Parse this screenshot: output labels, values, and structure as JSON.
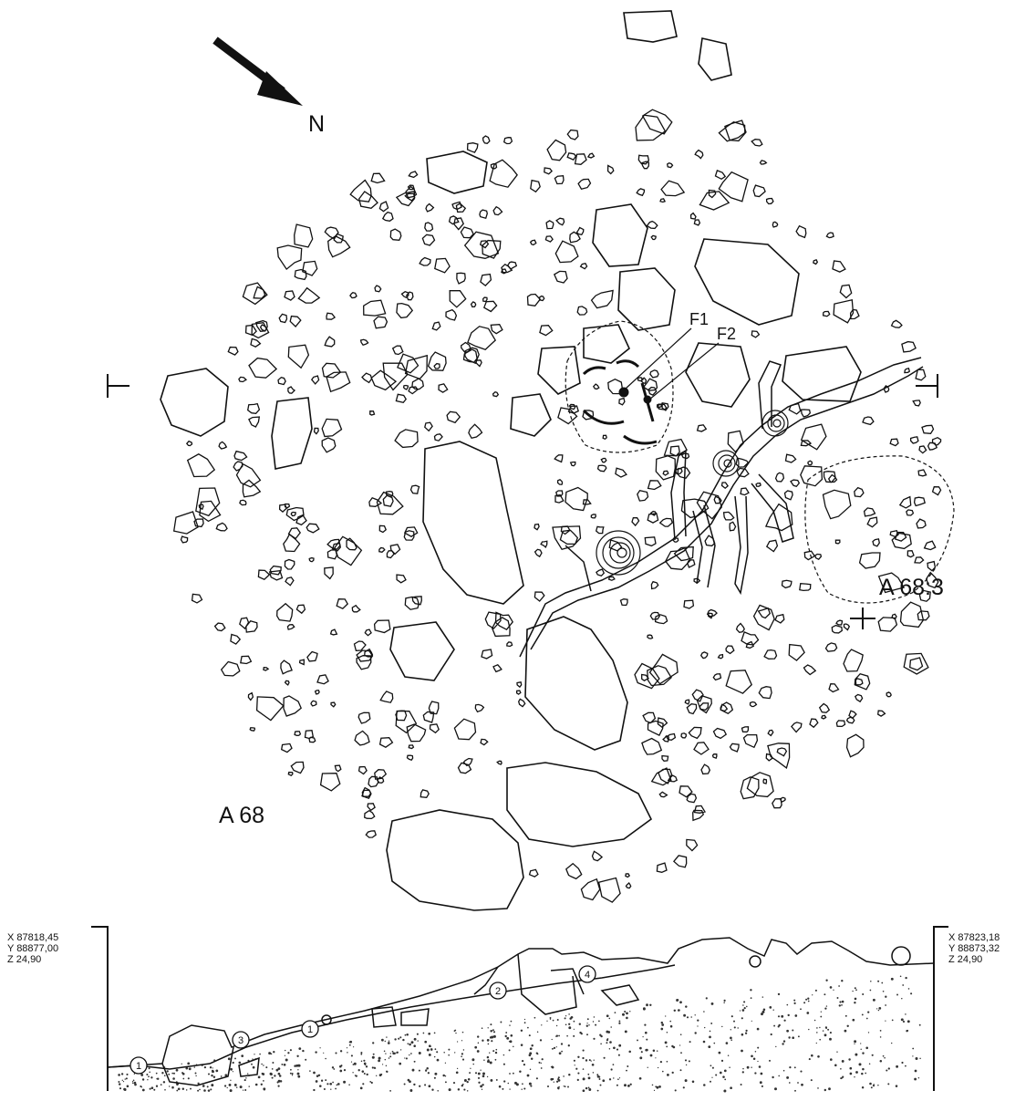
{
  "plan": {
    "north_label": "N",
    "feature_label": "A 68",
    "subfeature_label": "A 68:3",
    "find_labels": [
      "F1",
      "F2"
    ]
  },
  "section": {
    "left_coords": [
      "X 87818,45",
      "Y 88877,00",
      "Z 24,90"
    ],
    "right_coords": [
      "X 87823,18",
      "Y 88873,32",
      "Z 24,90"
    ],
    "layer_numbers": [
      "1",
      "2",
      "3",
      "4"
    ]
  },
  "colors": {
    "ink": "#000000",
    "background": "#ffffff"
  }
}
